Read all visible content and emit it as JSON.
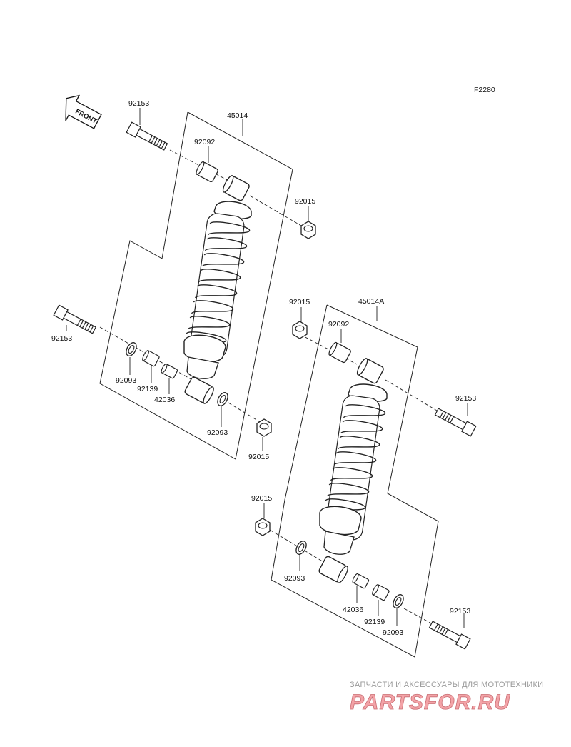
{
  "figure_code": "F2280",
  "front_label": "FRONT",
  "labels": {
    "a_45014": "45014",
    "a_92153_top": "92153",
    "a_92092": "92092",
    "a_92015_top": "92015",
    "a_92153_left": "92153",
    "a_92093_left": "92093",
    "a_92139": "92139",
    "a_42036": "42036",
    "a_92093_lower": "92093",
    "a_92015_bottom": "92015",
    "b_45014A": "45014A",
    "b_92015_top": "92015",
    "b_92092": "92092",
    "b_92153_right": "92153",
    "b_92015_left": "92015",
    "b_92093_left": "92093",
    "b_42036": "42036",
    "b_92139": "92139",
    "b_92093_right": "92093",
    "b_92153_bottom": "92153"
  },
  "watermark": {
    "tagline": "ЗАПЧАСТИ И АКСЕССУАРЫ ДЛЯ МОТОТЕХНИКИ",
    "brand": "PARTSFOR.RU"
  }
}
